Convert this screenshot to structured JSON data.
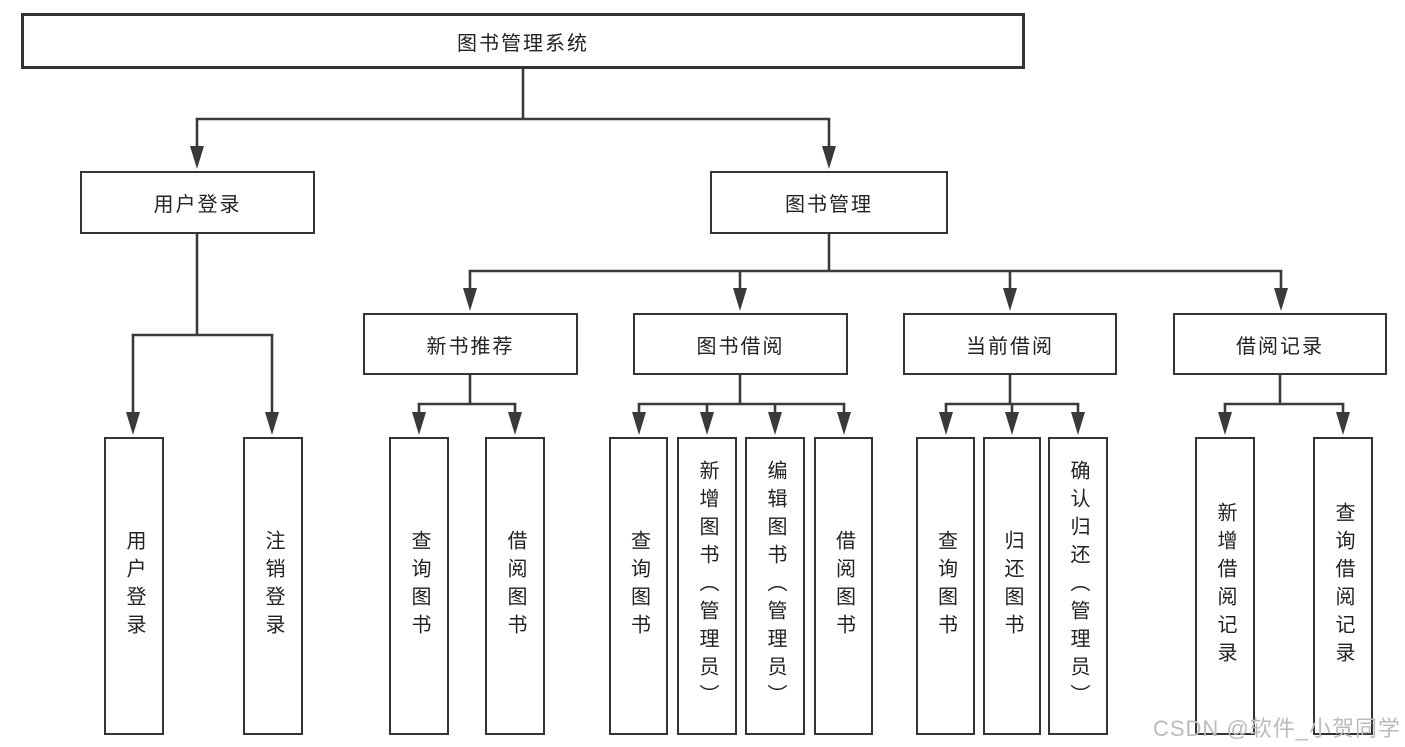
{
  "diagram_title": "图书管理系统",
  "tree": {
    "label": "图书管理系统",
    "children": [
      {
        "label": "用户登录",
        "children": [
          {
            "label": "用户登录"
          },
          {
            "label": "注销登录"
          }
        ]
      },
      {
        "label": "图书管理",
        "children": [
          {
            "label": "新书推荐",
            "children": [
              {
                "label": "查询图书"
              },
              {
                "label": "借阅图书"
              }
            ]
          },
          {
            "label": "图书借阅",
            "children": [
              {
                "label": "查询图书"
              },
              {
                "label": "新增图书（管理员）"
              },
              {
                "label": "编辑图书（管理员）"
              },
              {
                "label": "借阅图书"
              }
            ]
          },
          {
            "label": "当前借阅",
            "children": [
              {
                "label": "查询图书"
              },
              {
                "label": "归还图书"
              },
              {
                "label": "确认归还（管理员）"
              }
            ]
          },
          {
            "label": "借阅记录",
            "children": [
              {
                "label": "新增借阅记录"
              },
              {
                "label": "查询借阅记录"
              }
            ]
          }
        ]
      }
    ]
  },
  "watermark": {
    "text": "CSDN @软件_小贺同学"
  },
  "colors": {
    "line": "#3a3a3a",
    "box_border": "#343434",
    "text": "#222222",
    "background": "#ffffff",
    "watermark_text": "#b9bbbf"
  }
}
